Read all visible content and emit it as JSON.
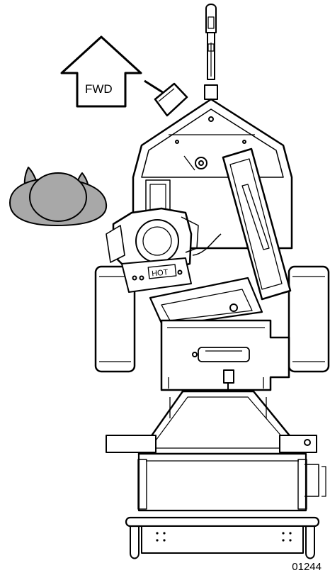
{
  "direction_label": "FWD",
  "figure_number": "01244",
  "colors": {
    "line": "#000000",
    "operator_fill": "#a8a8a8",
    "background": "#ffffff"
  },
  "icons": [
    "forward-arrow-icon",
    "operator-head-icon",
    "hot-warning-label"
  ],
  "hot_label": "HOT"
}
